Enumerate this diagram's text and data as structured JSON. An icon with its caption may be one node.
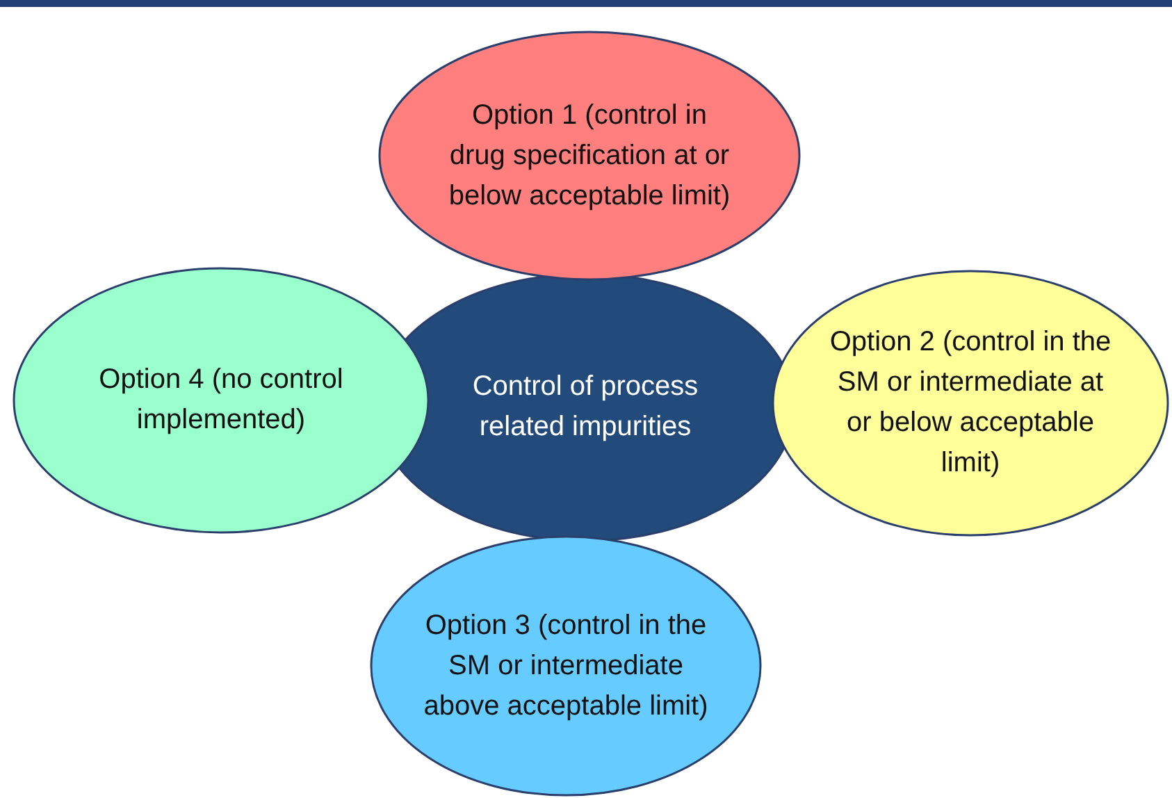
{
  "diagram": {
    "nodes": [
      {
        "text": [
          "Option 1 (control in drug specification at or below acceptable limit)"
        ]
      },
      {
        "text": [
          "Option 4 (no control implemented)"
        ]
      },
      {
        "text": [
          "Control of process related impurities"
        ]
      },
      {
        "text": [
          "Option 2 (control in the SM or intermediate at or below acceptable limit)"
        ]
      },
      {
        "text": [
          "Option 3 (control in the SM or intermediate above acceptable limit)"
        ]
      }
    ]
  }
}
